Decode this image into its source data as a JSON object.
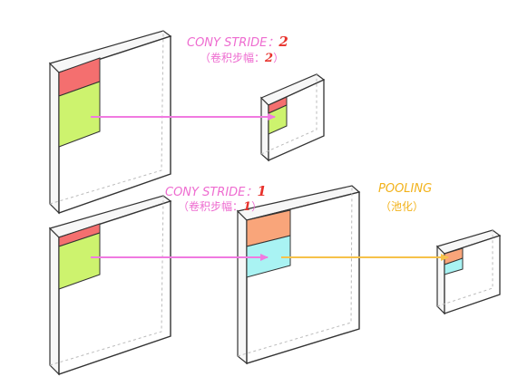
{
  "labels": {
    "conv2": {
      "title": "CONY STRIDE：",
      "value": "2",
      "sub_open": "（卷积步幅：",
      "sub_value": "2",
      "sub_close": "）"
    },
    "conv1": {
      "title": "CONY STRIDE：",
      "value": "1",
      "sub_open": "（卷积步幅：",
      "sub_value": "1",
      "sub_close": "）"
    },
    "pool": {
      "title": "POOLING",
      "sub": "（池化）"
    }
  },
  "colors": {
    "conv_label": "#ee6cd0",
    "stride_value": "#e8322c",
    "pool_label": "#f2b21a",
    "conv_arrow": "#f07ae0",
    "pool_arrow": "#f6c24a",
    "filter_red": "#f46f6f",
    "filter_green": "#cdf36e",
    "filter_orange": "#f9a57a",
    "filter_cyan": "#a9f3f3",
    "outline": "#333333",
    "dashed": "#bbbbbb"
  }
}
